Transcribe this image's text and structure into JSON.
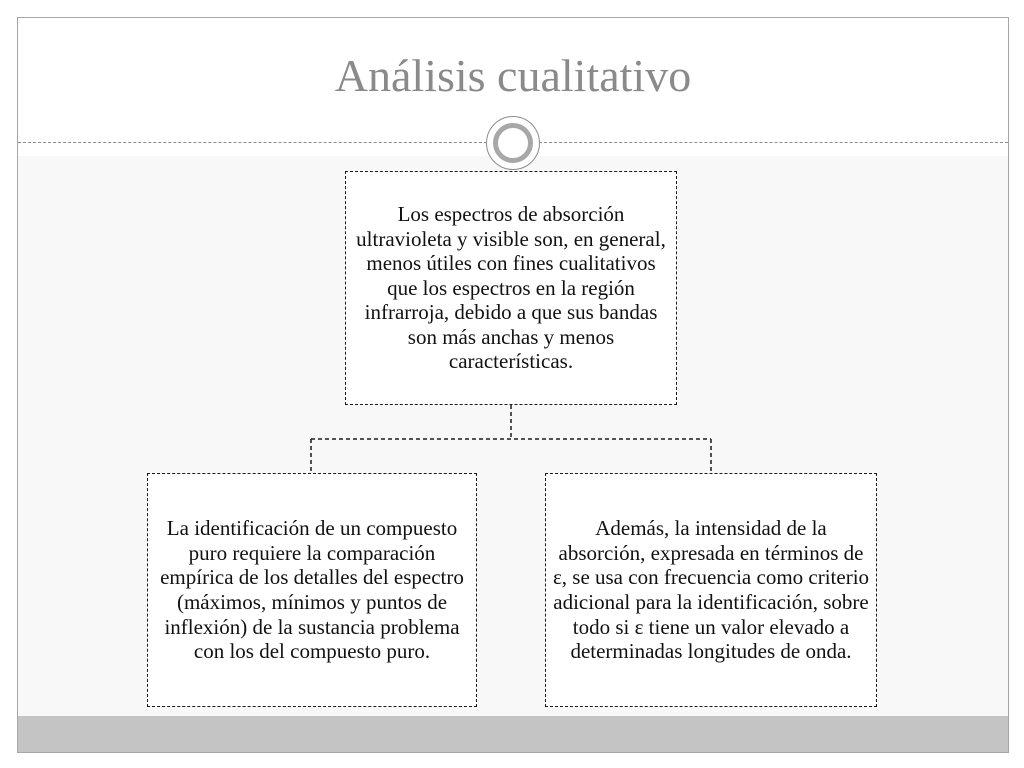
{
  "slide": {
    "title": "Análisis cualitativo"
  },
  "diagram": {
    "top_box": "Los espectros de absorción ultravioleta y visible son, en general, menos útiles con fines cualitativos que los espectros en la región infrarroja, debido a que sus bandas son más anchas y menos características.",
    "left_box": "La identificación de un compuesto puro requiere la comparación empírica de los detalles del espectro (máximos, mínimos y puntos de inflexión) de la sustancia problema con los del compuesto puro.",
    "right_box": "Además, la intensidad de la absorción, expresada en términos de ε, se usa con frecuencia como criterio adicional para la identificación, sobre todo si ε tiene un valor elevado a determinadas longitudes de onda."
  },
  "colors": {
    "title": "#8a8a8a",
    "border": "#a6a6a6",
    "bottom_band": "#c4c4c4",
    "box_border": "#1a1a1a"
  },
  "icons": {
    "ornament": "circle-ring-icon"
  }
}
